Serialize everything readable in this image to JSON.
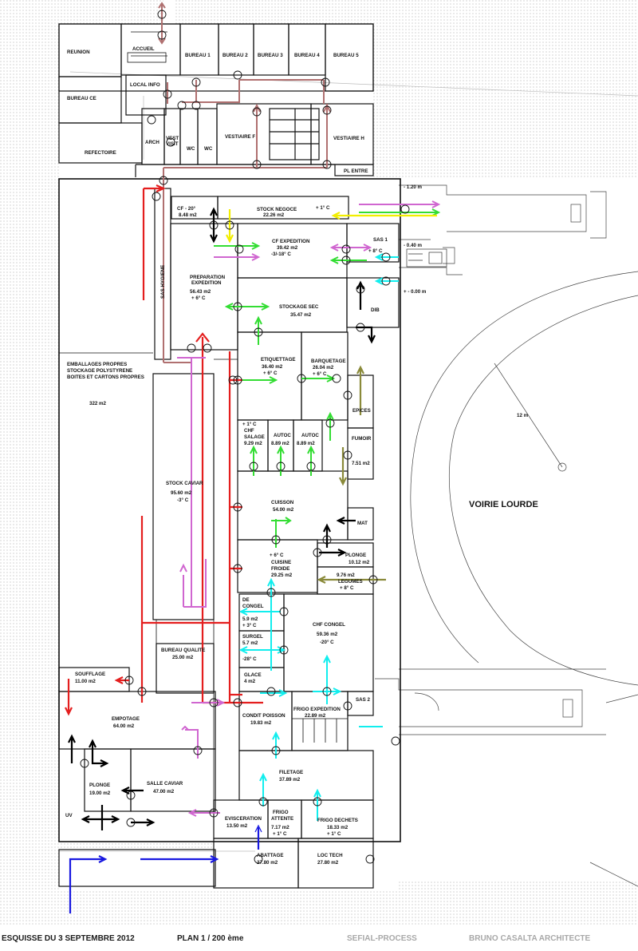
{
  "colors": {
    "red": "#e41e1e",
    "magenta": "#d066d0",
    "lime": "#33dd33",
    "yellow": "#f2ee00",
    "cyan": "#11eeee",
    "olive": "#8a8a3a",
    "brown": "#b07070",
    "black": "#000000",
    "blue": "#1818e0"
  },
  "rooms": {
    "reunion": "REUNION",
    "accueil": "ACCUEIL",
    "local_info": "LOCAL INFO",
    "bureau_ce": "BUREAU CE",
    "bureau1": "BUREAU 1",
    "bureau2": "BUREAU 2",
    "bureau3": "BUREAU 3",
    "bureau4": "BUREAU 4",
    "bureau5": "BUREAU 5",
    "refectoire": "REFECTOIRE",
    "arch": "ARCH",
    "vest_visit_1": "VEST",
    "vest_visit_2": "VISIT",
    "wc1": "WC",
    "wc2": "WC",
    "vestiaire_f": "VESTIAIRE F",
    "vestiaire_h": "VESTIAIRE H",
    "pl_entree": "PL ENTRE",
    "cf20_name": "CF - 20°",
    "cf20_area": "8.48 m2",
    "stock_negoce_name": "STOCK NEGOCE",
    "stock_negoce_area": "22.26 m2",
    "stock_negoce_temp": "+ 1° C",
    "sas_hygiene": "SAS HYGIENE",
    "cf_exped_name": "CF EXPEDITION",
    "cf_exped_area": "39.42 m2",
    "cf_exped_temp": "-3/-18° C",
    "sas1_name": "SAS 1",
    "sas1_temp": "+ 8° C",
    "prep_1": "PREPARATION",
    "prep_2": "EXPEDITION",
    "prep_area": "56.43 m2",
    "prep_temp": "+ 6° C",
    "stockage_sec_name": "STOCKAGE SEC",
    "stockage_sec_area": "35.47 m2",
    "dib": "DIB",
    "emb_1": "EMBALLAGES PROPRES",
    "emb_2": "STOCKAGE POLYSTYRENE",
    "emb_3": "BOITES ET CARTONS PROPRES",
    "emb_area": "322 m2",
    "etiq_name": "ETIQUETTAGE",
    "etiq_area": "36.40 m2",
    "etiq_temp": "+ 6° C",
    "barq_name": "BARQUETAGE",
    "barq_area": "26.04 m2",
    "barq_temp": "+ 6° C",
    "epices": "EPICES",
    "fumoir_name": "FUMOIR",
    "fumoir_area": "7.51 m2",
    "chf_temp": "+ 1° C",
    "chf_1": "CHF",
    "chf_2": "SALAGE",
    "chf_area": "9.29 m2",
    "autoc1_name": "AUTOC",
    "autoc1_area": "8.89 m2",
    "autoc2_name": "AUTOC",
    "autoc2_area": "8.89 m2",
    "stock_caviar_name": "STOCK CAVIAR",
    "stock_caviar_area": "95.60 m2",
    "stock_caviar_temp": "-3° C",
    "cuisson_name": "CUISSON",
    "cuisson_area": "54.00 m2",
    "mat": "MAT",
    "cf_temp": "+ 6° C",
    "cf_1": "CUISINE",
    "cf_2": "FROIDE",
    "cf_area": "29.25 m2",
    "plonge1_name": "PLONGE",
    "plonge1_area": "10.12 m2",
    "leg_area": "9.76 m2",
    "leg_name": "LEGUMES",
    "leg_temp": "+ 8° C",
    "decongel_1": "DE",
    "decongel_2": "CONGEL",
    "decongel_area": "5.9 m2",
    "decongel_temp": "+ 3° C",
    "surgel_name": "SURGEL",
    "surgel_area": "5.7 m2",
    "surgel_temp": "-28° C",
    "glace_name": "GLACE",
    "glace_area": "4 m2",
    "chf_congel_name": "CHF CONGEL",
    "chf_congel_area": "59.36 m2",
    "chf_congel_temp": "-20° C",
    "bureau_qualite_name": "BUREAU QUALITE",
    "bureau_qualite_area": "25.00 m2",
    "soufflage_name": "SOUFFLAGE",
    "soufflage_area": "11.00 m2",
    "empotage_name": "EMPOTAGE",
    "empotage_area": "64.00 m2",
    "condit_name": "CONDIT POISSON",
    "condit_area": "19.83 m2",
    "frigo_exped_name": "FRIGO EXPEDITION",
    "frigo_exped_area": "22.89 m2",
    "sas2": "SAS 2",
    "plonge2_name": "PLONGE",
    "plonge2_area": "19.00 m2",
    "salle_caviar_name": "SALLE CAVIAR",
    "salle_caviar_area": "47.00 m2",
    "filetage_name": "FILETAGE",
    "filetage_area": "37.89 m2",
    "uv": "UV",
    "evisc_name": "EVISCERATION",
    "evisc_area": "13.50 m2",
    "frigo_att_1": "FRIGO",
    "frigo_att_2": "ATTENTE",
    "frigo_att_area": "7.17 m2",
    "frigo_att_temp": "+ 1° C",
    "frigo_dech_name": "FRIGO DECHETS",
    "frigo_dech_area": "18.33 m2",
    "frigo_dech_temp": "+ 1° C",
    "abattage_name": "ABATTAGE",
    "abattage_area": "27.80 m2",
    "loc_tech_name": "LOC TECH",
    "loc_tech_area": "27.80 m2"
  },
  "site": {
    "level_120": "- 1.20 m",
    "level_040": "- 0.40 m",
    "level_000": "+ - 0.00 m",
    "radius": "12 m",
    "voirie": "VOIRIE LOURDE"
  },
  "footer": {
    "esquisse": "ESQUISSE DU 3 SEPTEMBRE 2012",
    "plan": "PLAN   1 / 200 ème",
    "sefial": "SEFIAL-PROCESS",
    "architect": "BRUNO CASALTA ARCHITECTE"
  }
}
